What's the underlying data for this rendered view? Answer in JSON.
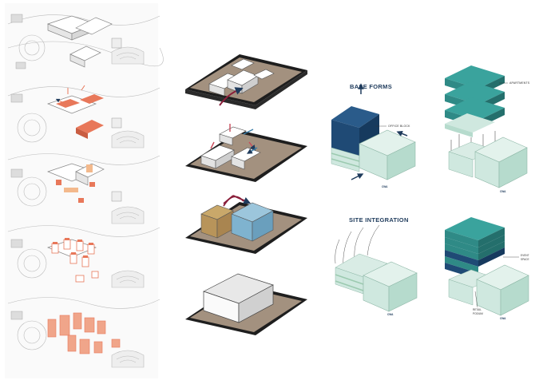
{
  "headings": {
    "base_forms": "BASE FORMS",
    "site_integration": "SITE INTEGRATION"
  },
  "annotations": {
    "office_block": "OFFICE BLOCK",
    "apartments": "APARTMENTS",
    "event_space": "EVENT SPACE",
    "retail_podium": "RETAIL PODIUM"
  },
  "logos": [
    "CWA",
    "CWA",
    "CWA",
    "CWA"
  ],
  "colors": {
    "site_red": "#e8785a",
    "office_blue": "#1f4a75",
    "apartment_teal": "#2f8a86",
    "podium_mint": "#cfe8df",
    "base_green": "#bcd9c3",
    "plinth_brown": "#9b8a7a",
    "mass_tan": "#c9a86a",
    "mass_blue": "#7fb3cf",
    "arrow_red": "#c94a5a",
    "arrow_blue": "#3b7ea8"
  }
}
